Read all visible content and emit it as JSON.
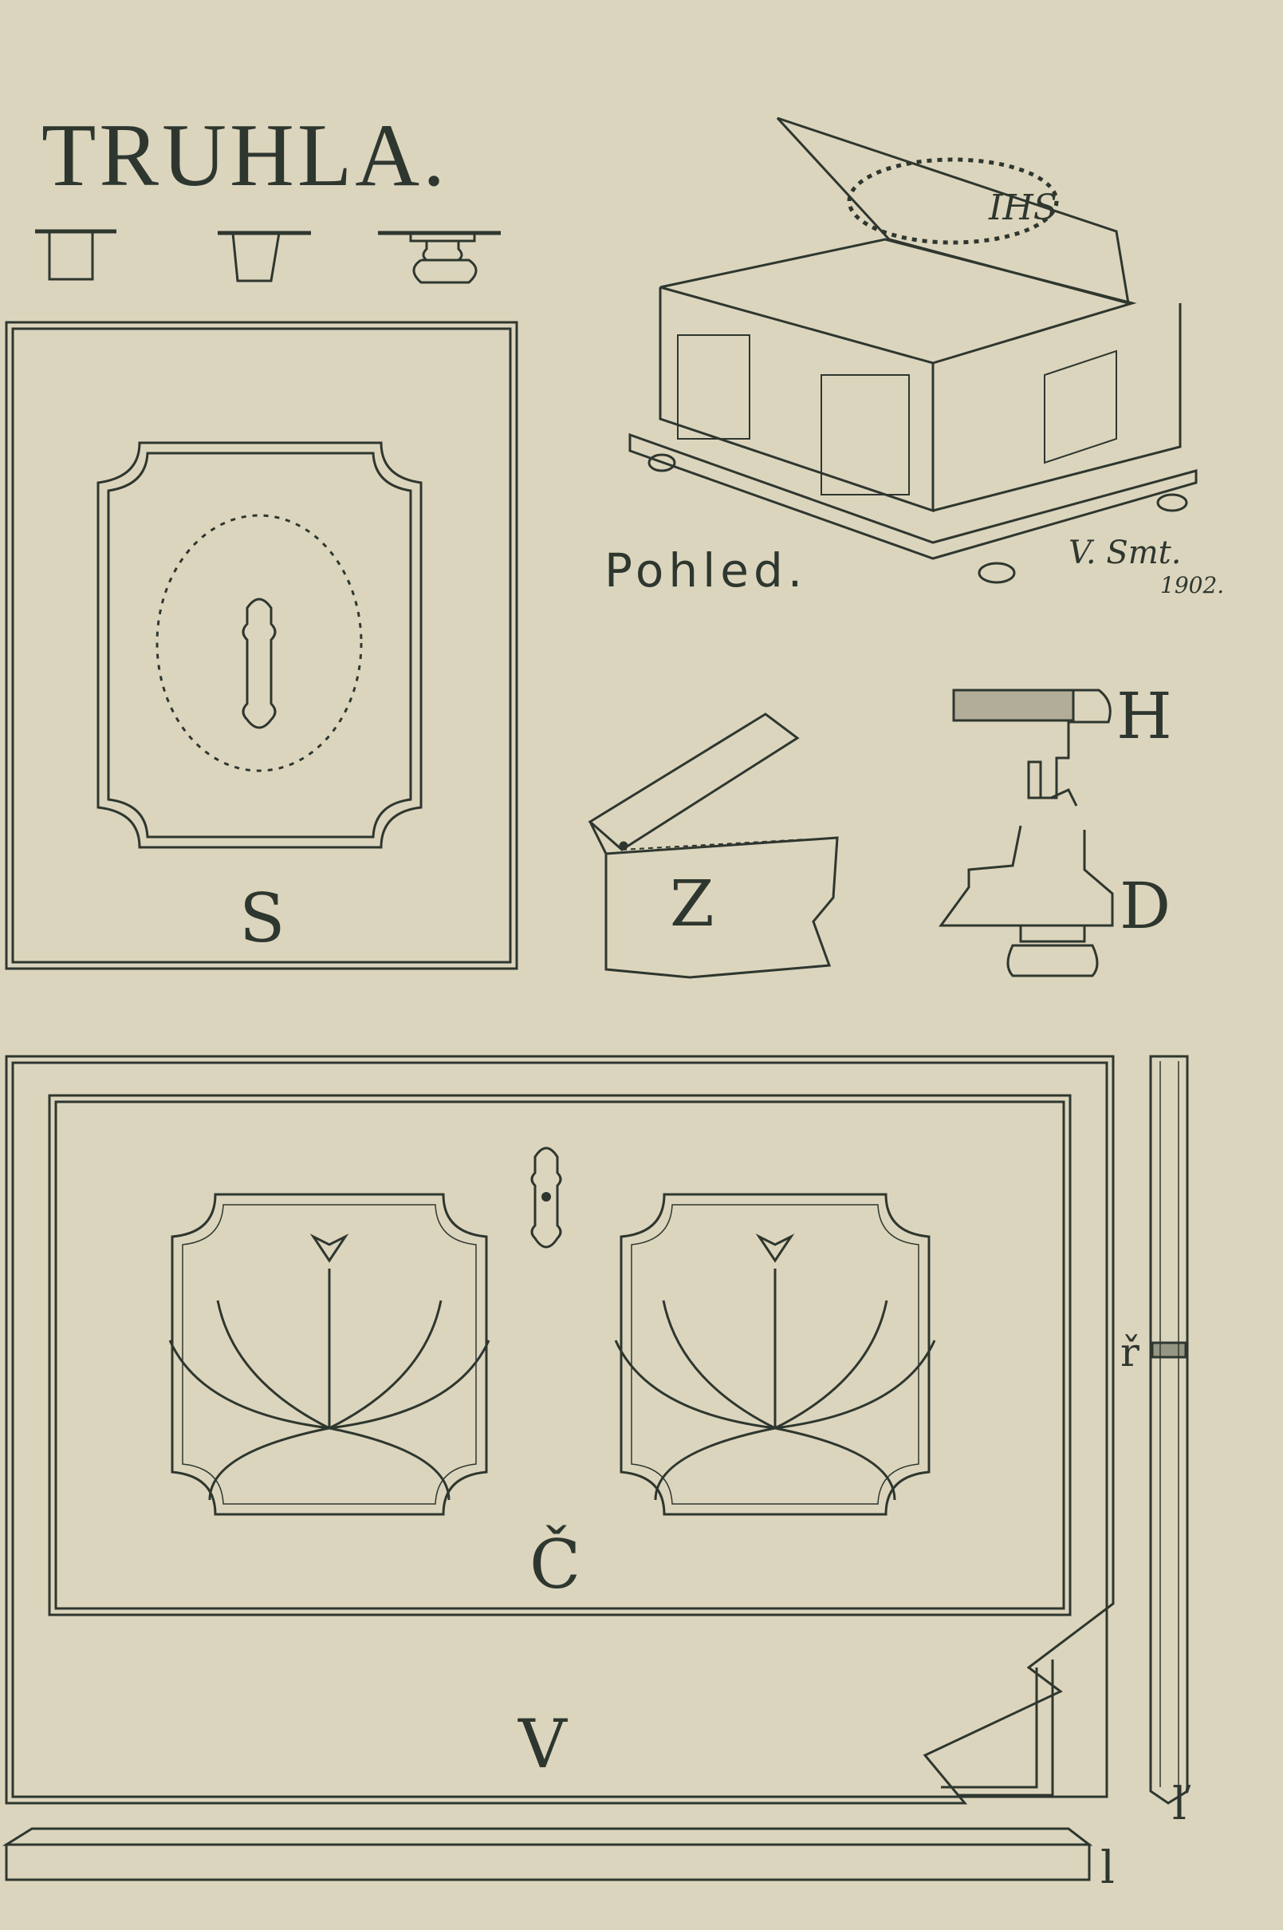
{
  "page": {
    "paper_color": "#dcd5bd",
    "ink_color": "#2e372f"
  },
  "title": "TRUHLA.",
  "views": {
    "side": "S",
    "perspective": "Pohled.",
    "lid_profile": "H",
    "bottom_profile": "D",
    "joint": "Z",
    "front": "Č",
    "lid_top": "V",
    "section_r": "ř",
    "section_l1": "ľ",
    "section_l": "l"
  },
  "lid_monogram": "IHS",
  "signature": {
    "name": "V. Smt.",
    "year": "1902."
  }
}
